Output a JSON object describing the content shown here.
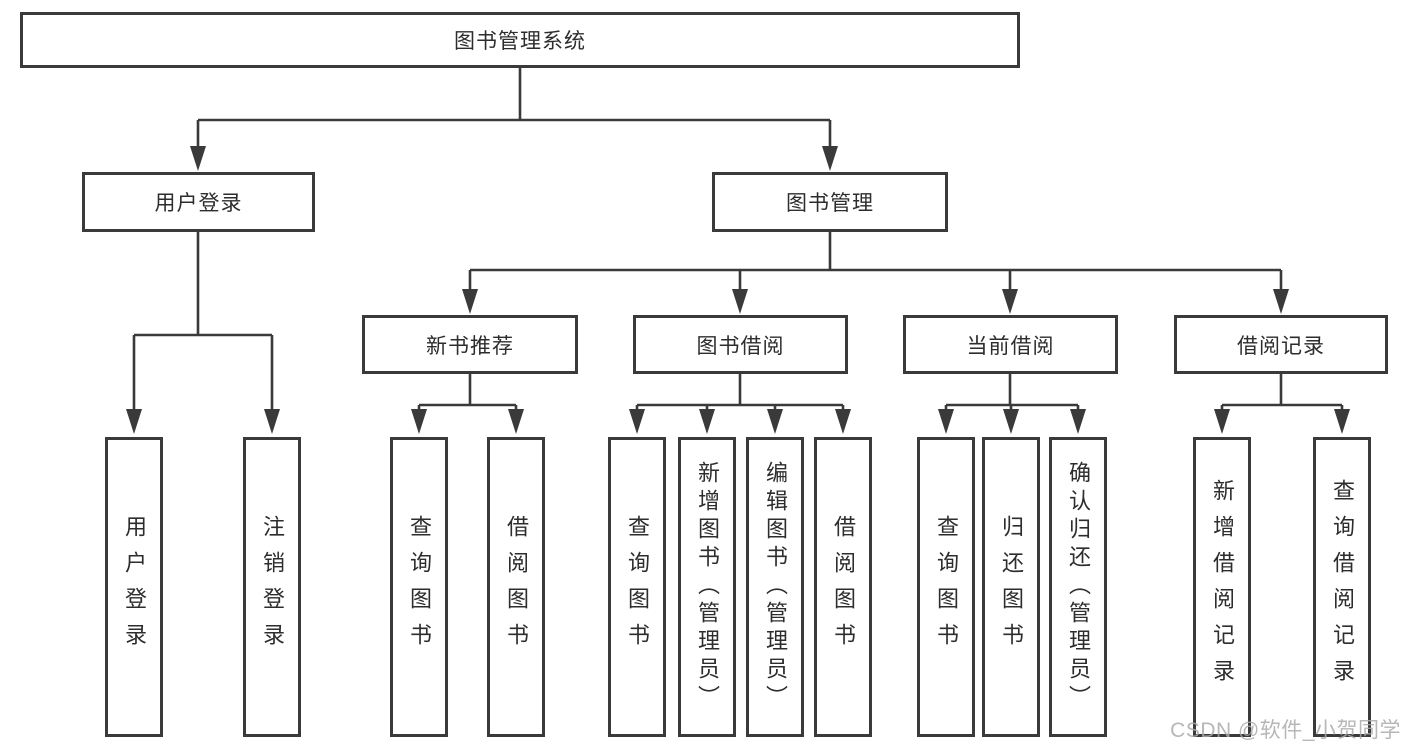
{
  "diagram": {
    "type": "hierarchy-tree",
    "root": {
      "label": "图书管理系统"
    },
    "branches": [
      {
        "label": "用户登录",
        "children": [
          {
            "label": "用户登录"
          },
          {
            "label": "注销登录"
          }
        ]
      },
      {
        "label": "图书管理",
        "children": [
          {
            "label": "新书推荐",
            "children": [
              {
                "label": "查询图书"
              },
              {
                "label": "借阅图书"
              }
            ]
          },
          {
            "label": "图书借阅",
            "children": [
              {
                "label": "查询图书"
              },
              {
                "label": "新增图书（管理员）"
              },
              {
                "label": "编辑图书（管理员）"
              },
              {
                "label": "借阅图书"
              }
            ]
          },
          {
            "label": "当前借阅",
            "children": [
              {
                "label": "查询图书"
              },
              {
                "label": "归还图书"
              },
              {
                "label": "确认归还（管理员）"
              }
            ]
          },
          {
            "label": "借阅记录",
            "children": [
              {
                "label": "新增借阅记录"
              },
              {
                "label": "查询借阅记录"
              }
            ]
          }
        ]
      }
    ],
    "colors": {
      "line": "#3a3a3a",
      "box_border": "#3a3a3a",
      "text": "#2d2d2d",
      "background": "#ffffff",
      "watermark": "#aaaaaa"
    }
  },
  "watermark": {
    "text": "CSDN @软件_小贺同学"
  }
}
